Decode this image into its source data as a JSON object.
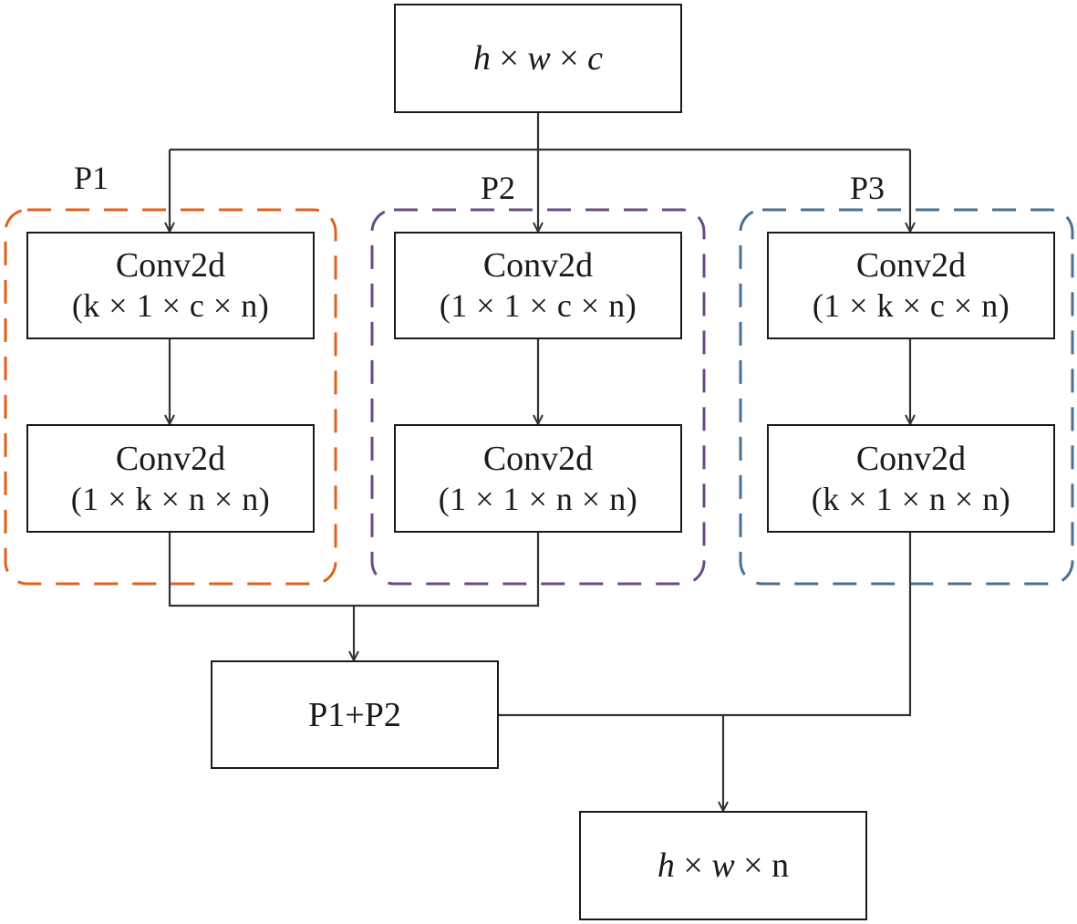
{
  "input": {
    "parts": [
      "h",
      "w",
      "c"
    ],
    "sep": " × "
  },
  "output": {
    "parts": [
      "h",
      "w",
      "n"
    ],
    "sep": " × "
  },
  "sum": {
    "label": "P1+P2"
  },
  "branches": [
    {
      "id": "P1",
      "label": "P1",
      "color": "#e0601e",
      "conv1": {
        "title": "Conv2d",
        "shape": "(k × 1 × c × n)"
      },
      "conv2": {
        "title": "Conv2d",
        "shape": "(1 × k × n × n)"
      }
    },
    {
      "id": "P2",
      "label": "P2",
      "color": "#6b4a86",
      "conv1": {
        "title": "Conv2d",
        "shape": "(1 × 1 × c × n)"
      },
      "conv2": {
        "title": "Conv2d",
        "shape": "(1 × 1 × n × n)"
      }
    },
    {
      "id": "P3",
      "label": "P3",
      "color": "#4a6f90",
      "conv1": {
        "title": "Conv2d",
        "shape": "(1 × k × c × n)"
      },
      "conv2": {
        "title": "Conv2d",
        "shape": "(k × 1 × n × n)"
      }
    }
  ]
}
